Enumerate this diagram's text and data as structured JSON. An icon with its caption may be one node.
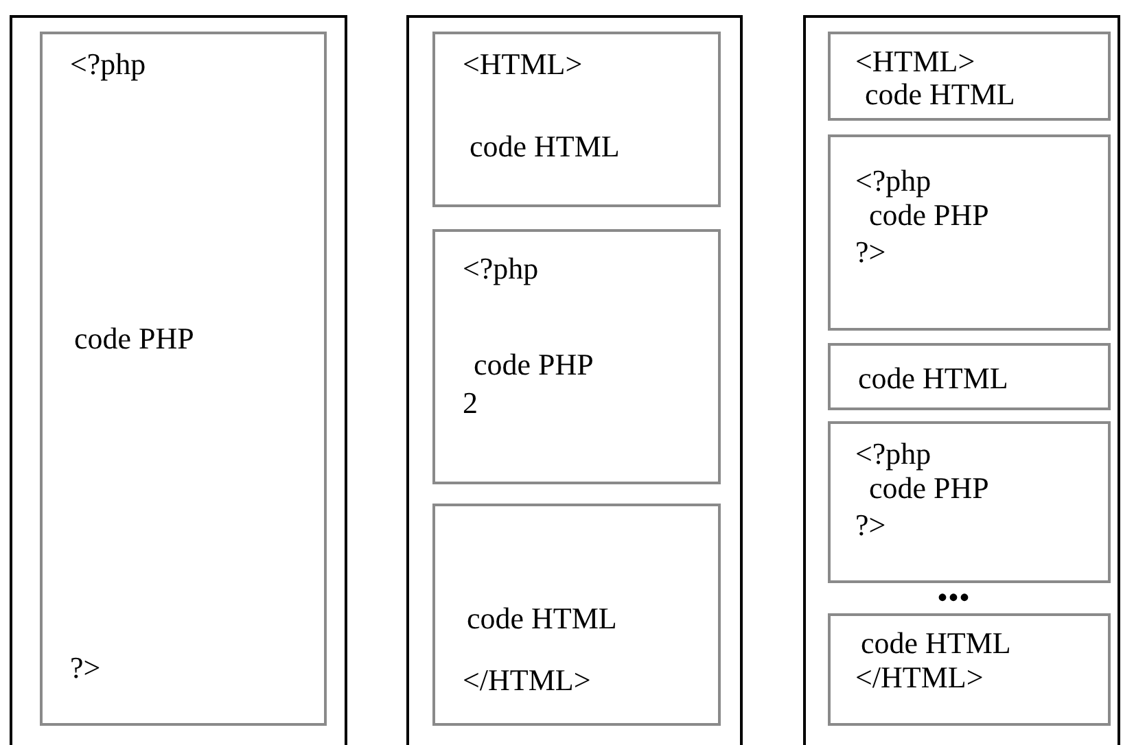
{
  "diagram": {
    "nodes": [
      {
        "text": [],
        "shape": "box"
      },
      {
        "text": [
          "<?php",
          "code PHP",
          "?>"
        ],
        "in": 0
      },
      {
        "text": [],
        "shape": "box"
      },
      {
        "text": [
          "<HTML>",
          "code HTML"
        ],
        "in": 2
      },
      {
        "text": [
          "<?php",
          "code PHP",
          "2"
        ],
        "in": 2
      },
      {
        "text": [
          "code HTML",
          "</HTML>"
        ],
        "in": 2
      },
      {
        "text": [],
        "shape": "box"
      },
      {
        "text": [
          "<HTML>",
          "code HTML"
        ],
        "in": 6
      },
      {
        "text": [
          "<?php",
          "code PHP",
          "?>"
        ],
        "in": 6
      },
      {
        "text": [
          "code HTML"
        ],
        "in": 6
      },
      {
        "text": [
          "<?php",
          "code PHP",
          "?>"
        ],
        "in": 6
      },
      {
        "text": [
          "code HTML",
          "</HTML>"
        ],
        "in": 6
      }
    ],
    "labels": [
      "•••"
    ]
  }
}
